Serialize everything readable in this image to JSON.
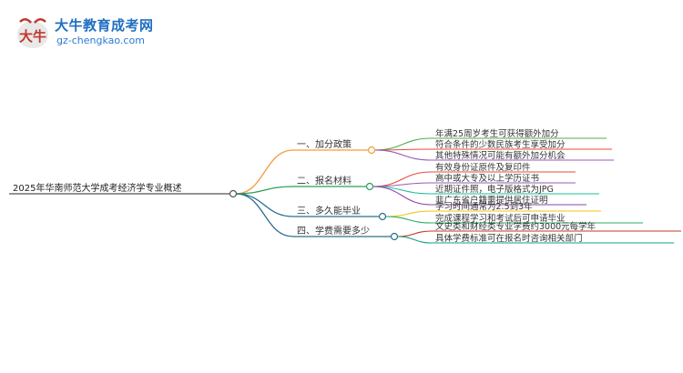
{
  "brand": {
    "title": "大牛教育成考网",
    "url": "gz-chengkao.com",
    "mark_text": "大牛",
    "accent": "#1f6fc1"
  },
  "root": {
    "label": "2025年华南师范大学成考经济学专业概述"
  },
  "branches": [
    {
      "label": "一、加分政策",
      "color": "#f39c3c",
      "leaves": [
        {
          "label": "年满25周岁考生可获得额外加分",
          "color": "#4caf50"
        },
        {
          "label": "符合条件的少数民族考生享受加分",
          "color": "#e74c3c"
        },
        {
          "label": "其他特殊情况可能有额外加分机会",
          "color": "#9b59b6"
        }
      ]
    },
    {
      "label": "二、报名材料",
      "color": "#2e9e5b",
      "leaves": [
        {
          "label": "有效身份证原件及复印件",
          "color": "#e74c3c"
        },
        {
          "label": "高中或大专及以上学历证书",
          "color": "#9b59b6"
        },
        {
          "label": "近期证件照，电子版格式为JPG",
          "color": "#1abc9c"
        },
        {
          "label": "非广东省户籍需提供居住证明",
          "color": "#8e44ad"
        }
      ]
    },
    {
      "label": "三、多久能毕业",
      "color": "#2c6e91",
      "leaves": [
        {
          "label": "学习时间通常为2.5到3年",
          "color": "#f1c40f"
        },
        {
          "label": "完成课程学习和考试后可申请毕业",
          "color": "#27ae60"
        }
      ]
    },
    {
      "label": "四、学费需要多少",
      "color": "#2c6e91",
      "leaves": [
        {
          "label": "文史类和财经类专业学费约3000元每学年",
          "color": "#c0392b"
        },
        {
          "label": "具体学费标准可在报名时咨询相关部门",
          "color": "#16a085"
        }
      ]
    }
  ]
}
